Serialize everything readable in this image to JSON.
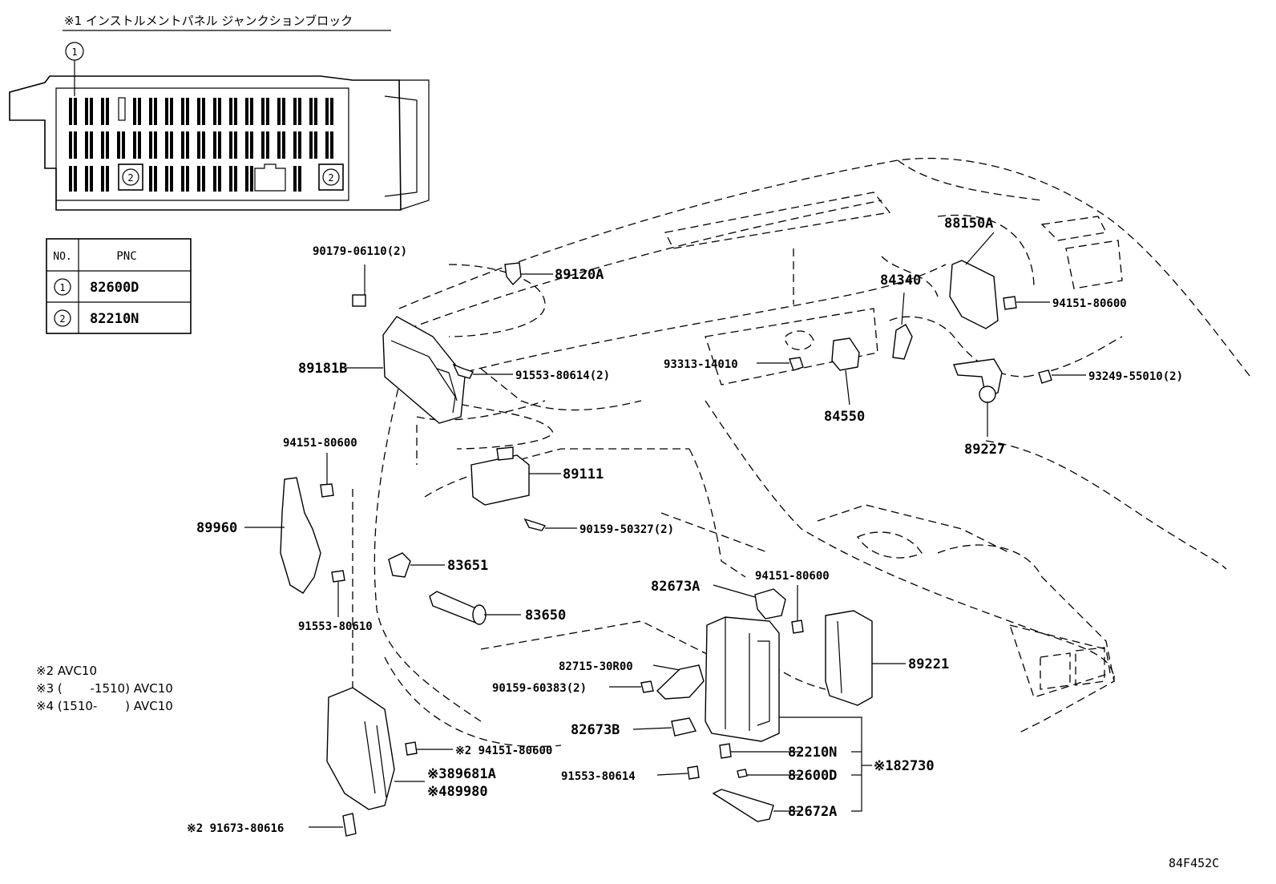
{
  "header": {
    "title": "※1 インストルメントパネル ジャンクションブロック",
    "callout_1": "1",
    "callout_2": "2"
  },
  "pnc_table": {
    "col_no": "NO.",
    "col_pnc": "PNC",
    "rows": [
      {
        "no": "1",
        "pnc": "82600D"
      },
      {
        "no": "2",
        "pnc": "82210N"
      }
    ]
  },
  "notes": [
    "※2  AVC10",
    "※3 (　　  -1510) AVC10",
    "※4 (1510-　　  ) AVC10"
  ],
  "labels": {
    "p90179": "90179-06110(2)",
    "p89120A": "89120A",
    "p89181B": "89181B",
    "p91553_80614_2": "91553-80614(2)",
    "p94151_left": "94151-80600",
    "p89111": "89111",
    "p89960": "89960",
    "p90159_50327": "90159-50327(2)",
    "p83651": "83651",
    "p83650": "83650",
    "p91553_80610": "91553-80610",
    "p88150A": "88150A",
    "p84340": "84340",
    "p94151_right": "94151-80600",
    "p93313": "93313-14010",
    "p84550": "84550",
    "p93249": "93249-55010(2)",
    "p89227": "89227",
    "p82673A": "82673A",
    "p94151_mid": "94151-80600",
    "p82715": "82715-30R00",
    "p90159_60383": "90159-60383(2)",
    "p89221": "89221",
    "p82673B": "82673B",
    "p82210N": "82210N",
    "p82600D": "82600D",
    "p82730": "※182730",
    "p91553_80614": "91553-80614",
    "p82672A": "82672A",
    "p94151_bottom": "※2 94151-80600",
    "p89681A": "※389681A",
    "p89980": "※489980",
    "p91673": "※2 91673-80616"
  },
  "figure_id": "84F452C"
}
